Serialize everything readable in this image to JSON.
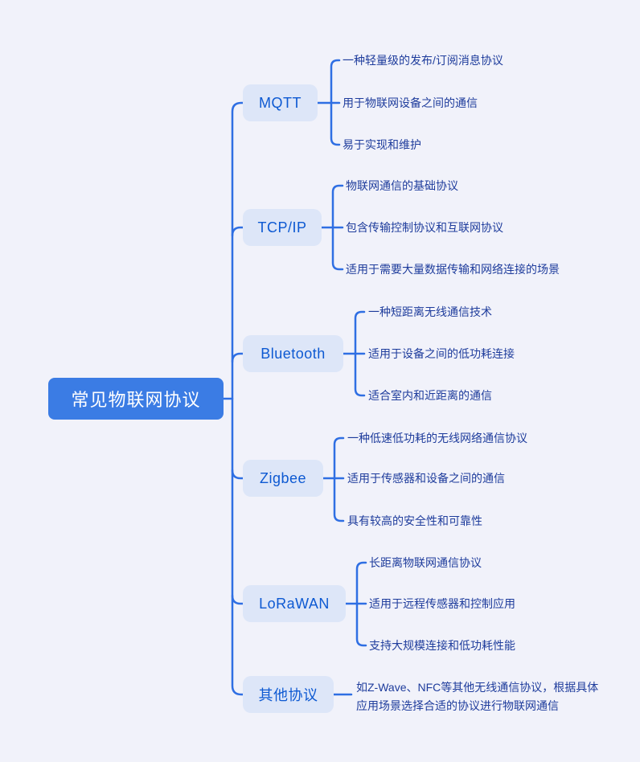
{
  "theme": {
    "page_bg": "#f1f2fa",
    "line_color": "#2f6fe3",
    "root_bg": "#3b7ce4",
    "root_text": "#ffffff",
    "branch_bg": "#dde6f8",
    "branch_text": "#0d59d2",
    "leaf_text": "#1e3c9c"
  },
  "root": {
    "label": "常见物联网协议"
  },
  "branches": [
    {
      "label": "MQTT",
      "children": [
        "一种轻量级的发布/订阅消息协议",
        "用于物联网设备之间的通信",
        "易于实现和维护"
      ]
    },
    {
      "label": "TCP/IP",
      "children": [
        "物联网通信的基础协议",
        "包含传输控制协议和互联网协议",
        "适用于需要大量数据传输和网络连接的场景"
      ]
    },
    {
      "label": "Bluetooth",
      "children": [
        "一种短距离无线通信技术",
        "适用于设备之间的低功耗连接",
        "适合室内和近距离的通信"
      ]
    },
    {
      "label": "Zigbee",
      "children": [
        "一种低速低功耗的无线网络通信协议",
        "适用于传感器和设备之间的通信",
        "具有较高的安全性和可靠性"
      ]
    },
    {
      "label": "LoRaWAN",
      "children": [
        "长距离物联网通信协议",
        "适用于远程传感器和控制应用",
        "支持大规模连接和低功耗性能"
      ]
    },
    {
      "label": "其他协议",
      "children": [
        "如Z-Wave、NFC等其他无线通信协议，根据具体应用场景选择合适的协议进行物联网通信"
      ]
    }
  ]
}
